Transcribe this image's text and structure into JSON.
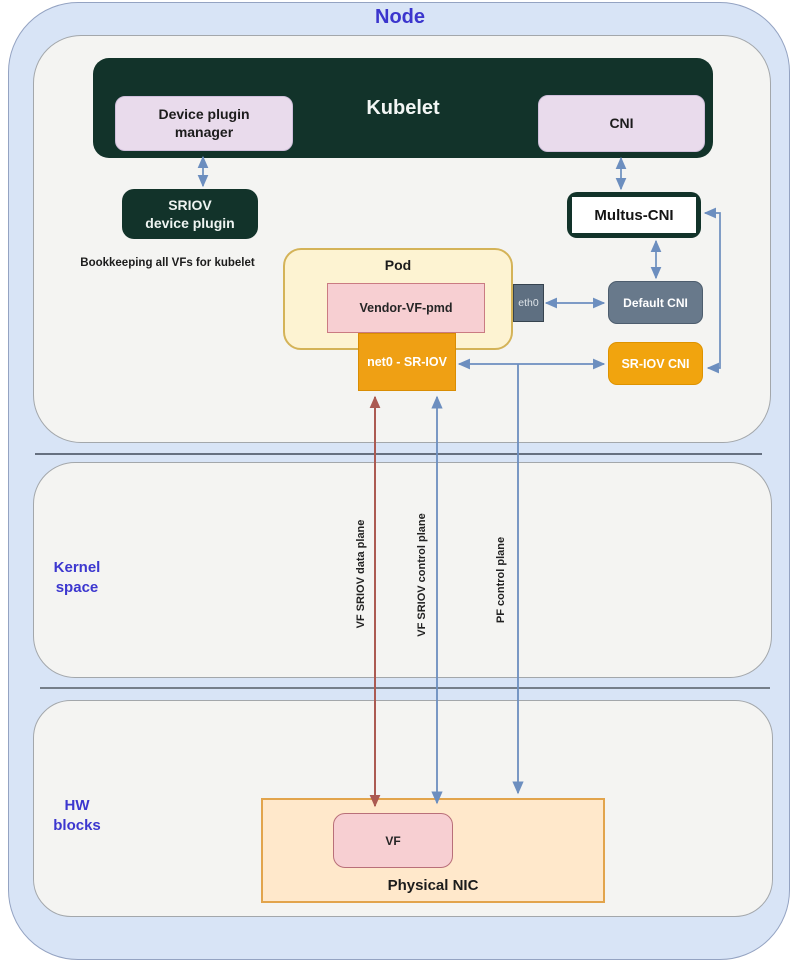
{
  "diagram_title": "Node",
  "sections": {
    "runtime": {
      "kubelet_label": "Kubelet",
      "device_plugin_manager_line1": "Device plugin",
      "device_plugin_manager_line2": "manager",
      "cni_label": "CNI",
      "sriov_device_plugin_line1": "SRIOV",
      "sriov_device_plugin_line2": "device plugin",
      "bookkeeping_note": "Bookkeeping all VFs for kubelet",
      "multus_cni_label": "Multus-CNI",
      "pod_label": "Pod",
      "vendor_vf_pmd_label": "Vendor-VF-pmd",
      "eth0_label": "eth0",
      "net0_label": "net0 - SR-IOV",
      "default_cni_label": "Default CNI",
      "sriov_cni_label": "SR-IOV CNI"
    },
    "kernel": {
      "label_line1": "Kernel",
      "label_line2": "space"
    },
    "hw": {
      "label_line1": "HW",
      "label_line2": "blocks",
      "physical_nic_label": "Physical NIC",
      "vf_label": "VF"
    }
  },
  "flows": [
    {
      "label": "VF SRIOV data plane",
      "color": "#ab5a52",
      "from": "net0 - SR-IOV",
      "to": "VF"
    },
    {
      "label": "VF SRIOV control plane",
      "color": "#6c8ebf",
      "from": "net0 - SR-IOV",
      "to": "VF"
    },
    {
      "label": "PF control plane",
      "color": "#6c8ebf",
      "from": "net0 / SR-IOV CNI link",
      "to": "Physical NIC"
    }
  ],
  "colors": {
    "node_fill": "#d8e4f6",
    "section_fill": "#f4f4f2",
    "kubelet_green": "#12332a",
    "lavender_box": "#e9dbec",
    "pod_yellow": "#fdf3d2",
    "pod_border": "#d4b358",
    "pink_box": "#f7cfd2",
    "pink_border": "#ca7b82",
    "orange_box": "#efa014",
    "nic_fill": "#ffe8cb",
    "nic_border": "#e2a44c",
    "slate_box": "#68798b",
    "arrow_blue": "#6c8ebf",
    "arrow_red": "#ab5a52",
    "heading_blue": "#3b35cd"
  }
}
